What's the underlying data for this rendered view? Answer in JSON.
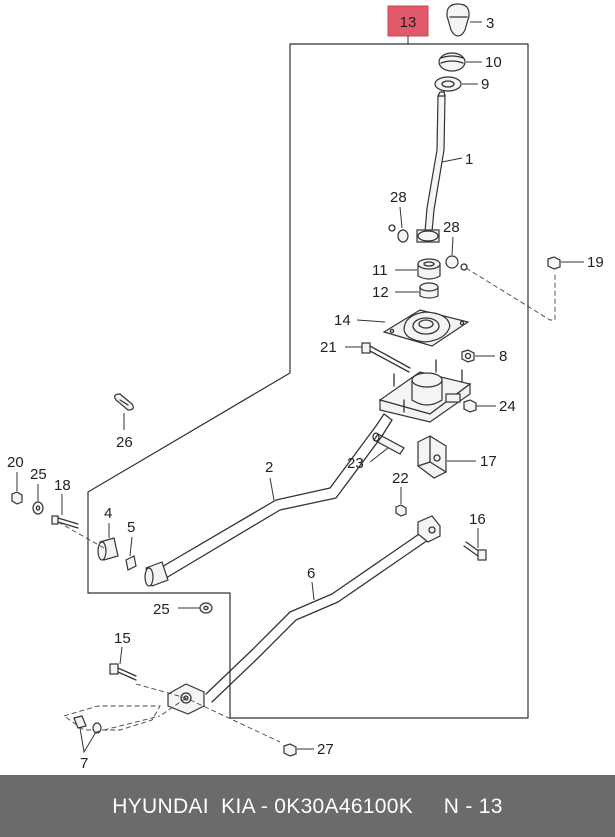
{
  "diagram": {
    "highlight_color": "#e05a6b",
    "callouts": [
      {
        "id": "c13",
        "label": "13"
      },
      {
        "id": "c3",
        "label": "3"
      },
      {
        "id": "c10",
        "label": "10"
      },
      {
        "id": "c9",
        "label": "9"
      },
      {
        "id": "c1",
        "label": "1"
      },
      {
        "id": "c28a",
        "label": "28"
      },
      {
        "id": "c28b",
        "label": "28"
      },
      {
        "id": "c19",
        "label": "19"
      },
      {
        "id": "c11",
        "label": "11"
      },
      {
        "id": "c12",
        "label": "12"
      },
      {
        "id": "c14",
        "label": "14"
      },
      {
        "id": "c21",
        "label": "21"
      },
      {
        "id": "c8",
        "label": "8"
      },
      {
        "id": "c24",
        "label": "24"
      },
      {
        "id": "c26",
        "label": "26"
      },
      {
        "id": "c2",
        "label": "2"
      },
      {
        "id": "c23",
        "label": "23"
      },
      {
        "id": "c17",
        "label": "17"
      },
      {
        "id": "c22",
        "label": "22"
      },
      {
        "id": "c20",
        "label": "20"
      },
      {
        "id": "c25a",
        "label": "25"
      },
      {
        "id": "c18",
        "label": "18"
      },
      {
        "id": "c4",
        "label": "4"
      },
      {
        "id": "c5",
        "label": "5"
      },
      {
        "id": "c16",
        "label": "16"
      },
      {
        "id": "c6",
        "label": "6"
      },
      {
        "id": "c25b",
        "label": "25"
      },
      {
        "id": "c15",
        "label": "15"
      },
      {
        "id": "c7",
        "label": "7"
      },
      {
        "id": "c27",
        "label": "27"
      }
    ]
  },
  "footer": {
    "text": "HYUNDAI  KIA - 0K30A46100K     N - 13"
  }
}
